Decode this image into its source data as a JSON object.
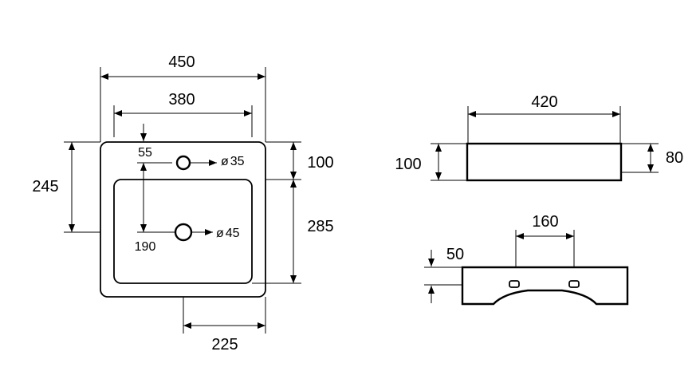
{
  "dimensions": {
    "top_width_outer": "450",
    "top_width_inner": "380",
    "offset_55": "55",
    "hole_small": "35",
    "offset_190": "190",
    "hole_large": "45",
    "height_245": "245",
    "height_100": "100",
    "height_285": "285",
    "width_225": "225",
    "side_width": "420",
    "side_height_100": "100",
    "side_height_80": "80",
    "front_spacing_160": "160",
    "front_height_50": "50"
  },
  "symbols": {
    "diameter": "ø"
  }
}
